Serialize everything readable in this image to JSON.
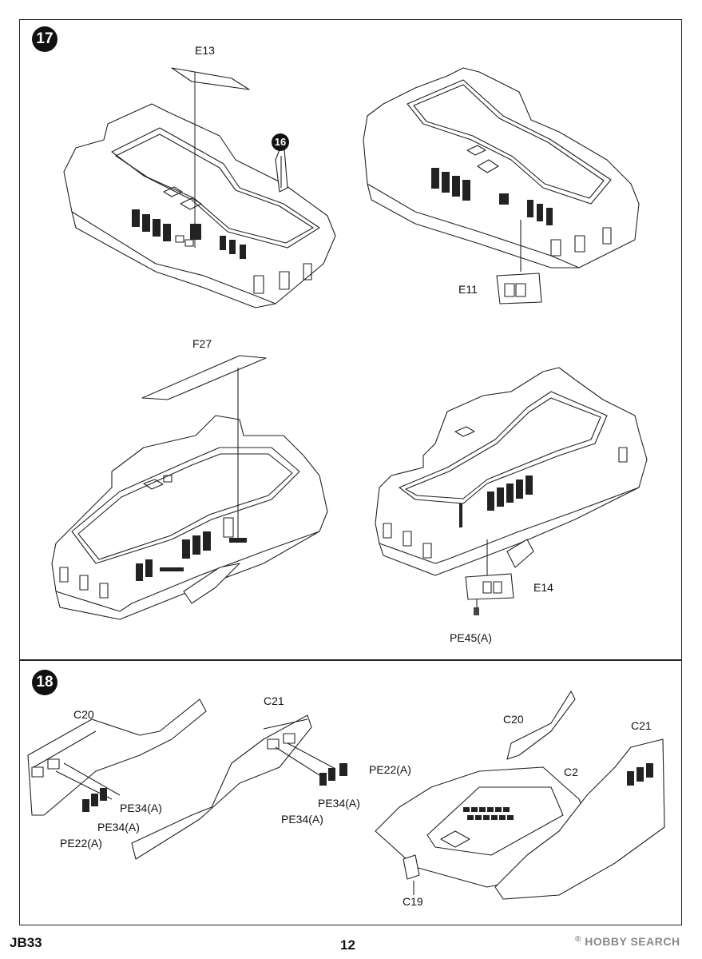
{
  "footer": {
    "code": "JB33",
    "page": "12",
    "brand": "HOBBY SEARCH",
    "brand_mark": "®"
  },
  "step17": {
    "number": "17",
    "ref_step": "16",
    "labels": {
      "e13": "E13",
      "e11": "E11",
      "f27": "F27",
      "e14": "E14",
      "pe45": "PE45(A)"
    }
  },
  "step18": {
    "number": "18",
    "labels": {
      "c20_left": "C20",
      "pe34_a1": "PE34(A)",
      "pe34_a2": "PE34(A)",
      "pe22_left": "PE22(A)",
      "c21_mid": "C21",
      "pe22_mid": "PE22(A)",
      "pe34_mid1": "PE34(A)",
      "pe34_mid2": "PE34(A)",
      "c20_right": "C20",
      "c2": "C2",
      "c21_right": "C21",
      "c19": "C19"
    }
  }
}
